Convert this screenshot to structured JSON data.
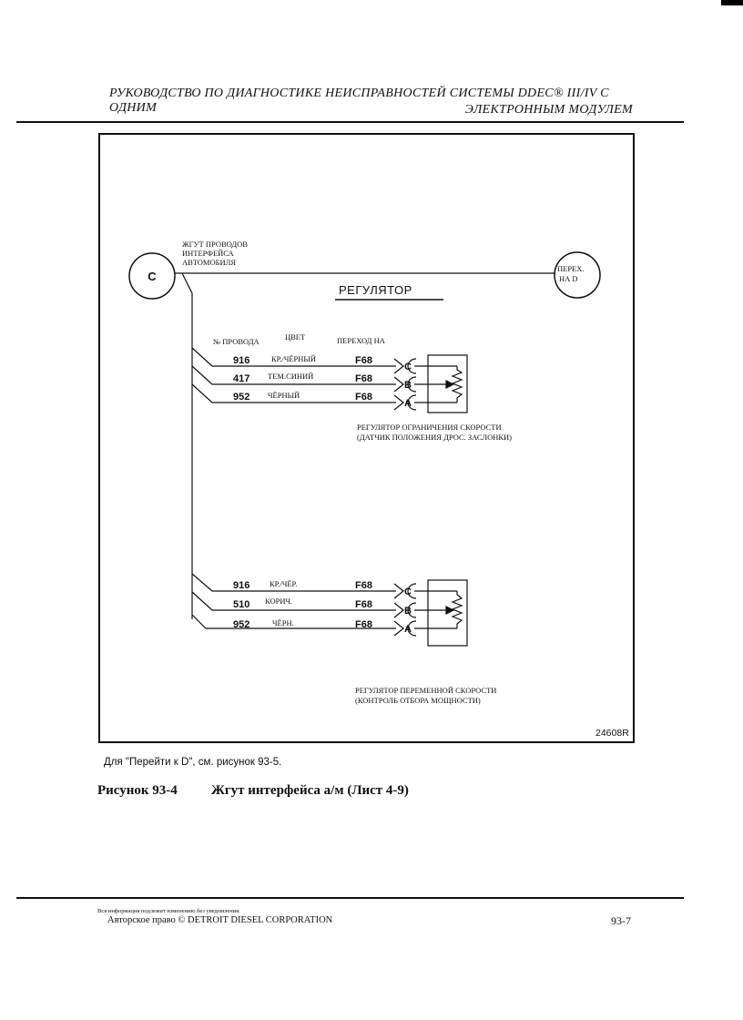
{
  "header": {
    "title_line1": "РУКОВОДСТВО ПО ДИАГНОСТИКЕ НЕИСПРАВНОСТЕЙ СИСТЕМЫ DDEC® III/IV С ОДНИМ",
    "title_line2": "ЭЛЕКТРОННЫМ МОДУЛЕМ"
  },
  "diagram": {
    "connector_c": "C",
    "harness_label": [
      "ЖГУТ ПРОВОДОВ",
      "ИНТЕРФЕЙСА",
      "АВТОМОБИЛЯ"
    ],
    "goto_d": [
      "ПЕРЕХ.",
      "НА D"
    ],
    "section_title": "РЕГУЛЯТОР",
    "col_wire": "№ ПРОВОДА",
    "col_color": "ЦВЕТ",
    "col_goto": "ПЕРЕХОД НА",
    "group1": {
      "wires": [
        {
          "num": "916",
          "color": "КР./ЧЁРНЫЙ",
          "goto": "F68",
          "pin": "C"
        },
        {
          "num": "417",
          "color": "ТЕМ.СИНИЙ",
          "goto": "F68",
          "pin": "B"
        },
        {
          "num": "952",
          "color": "ЧЁРНЫЙ",
          "goto": "F68",
          "pin": "A"
        }
      ],
      "label": [
        "РЕГУЛЯТОР ОГРАНИЧЕНИЯ СКОРОСТИ",
        "(ДАТЧИК ПОЛОЖЕНИЯ ДРОС. ЗАСЛОНКИ)"
      ]
    },
    "group2": {
      "wires": [
        {
          "num": "916",
          "color": "КР./ЧЁР.",
          "goto": "F68",
          "pin": "C"
        },
        {
          "num": "510",
          "color": "КОРИЧ.",
          "goto": "F68",
          "pin": "B"
        },
        {
          "num": "952",
          "color": "ЧЁРН.",
          "goto": "F68",
          "pin": "A"
        }
      ],
      "label": [
        "РЕГУЛЯТОР ПЕРЕМЕННОЙ СКОРОСТИ",
        "(КОНТРОЛЬ ОТБОРА МОЩНОСТИ)"
      ]
    },
    "figure_code": "24608R"
  },
  "note": "Для \"Перейти к D\", см. рисунок 93-5.",
  "caption": {
    "number": "Рисунок 93-4",
    "title": "Жгут интерфейса а/м (Лист 4-9)"
  },
  "footer": {
    "notice": "Вся информация подлежит изменению без уведомления.",
    "copyright": "Авторское право © DETROIT DIESEL CORPORATION",
    "page": "93-7"
  }
}
